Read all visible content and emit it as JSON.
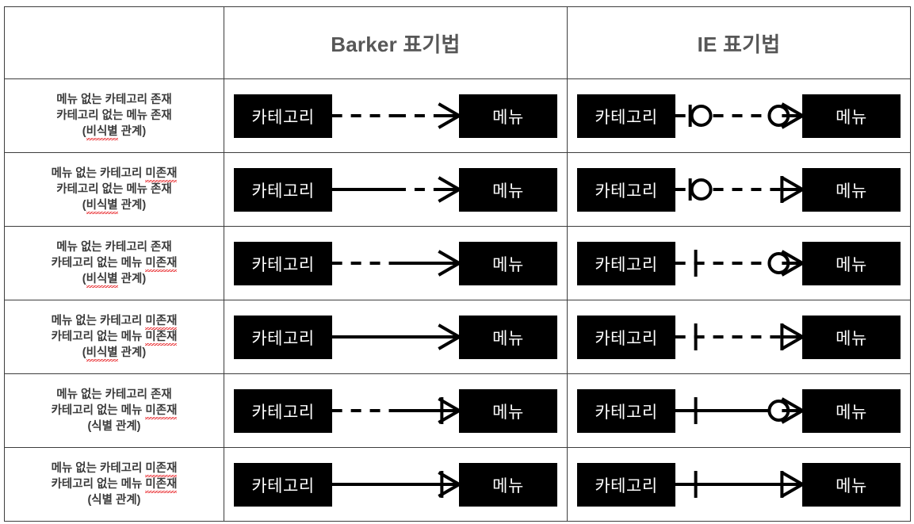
{
  "page": {
    "background": "#ffffff",
    "border_color": "#3d3d3d",
    "header_text_color": "#575757",
    "label_text_color": "#3b3b3b",
    "entity_fill": "#000000",
    "entity_text_color": "#ffffff",
    "spellcheck_underline_color": "#e8262a"
  },
  "header": {
    "blank": "",
    "barker_label": "Barker 표기법",
    "ie_label": "IE 표기법"
  },
  "entities": {
    "left_name": "카테고리",
    "right_name": "메뉴"
  },
  "rows": [
    {
      "id": "row-1",
      "label_lines": [
        {
          "text": "메뉴 없는 카테고리 존재",
          "misspelled": false
        },
        {
          "text": "카테고리 없는 메뉴 존재",
          "misspelled": false
        },
        {
          "text": "(비식별 관계)",
          "misspelled": true
        }
      ],
      "barker": {
        "left_half": "dashed",
        "right_half": "dashed",
        "right_end": "crowsfoot",
        "left_end": "plain"
      },
      "ie": {
        "line": "dashed",
        "left_symbol": "zero-or-one",
        "right_symbol": "zero-or-many"
      }
    },
    {
      "id": "row-2",
      "label_lines": [
        {
          "text": "메뉴 없는 카테고리 미존재",
          "misspelled": true
        },
        {
          "text": "카테고리 없는 메뉴 존재",
          "misspelled": false
        },
        {
          "text": "(비식별 관계)",
          "misspelled": true
        }
      ],
      "barker": {
        "left_half": "solid",
        "right_half": "dashed",
        "right_end": "crowsfoot",
        "left_end": "plain"
      },
      "ie": {
        "line": "dashed",
        "left_symbol": "zero-or-one",
        "right_symbol": "one-or-many"
      }
    },
    {
      "id": "row-3",
      "label_lines": [
        {
          "text": "메뉴 없는 카테고리 존재",
          "misspelled": false
        },
        {
          "text": "카테고리 없는 메뉴 미존재",
          "misspelled": true
        },
        {
          "text": "(비식별 관계)",
          "misspelled": true
        }
      ],
      "barker": {
        "left_half": "dashed",
        "right_half": "solid",
        "right_end": "crowsfoot",
        "left_end": "plain"
      },
      "ie": {
        "line": "dashed",
        "left_symbol": "one-and-only-one",
        "right_symbol": "zero-or-many"
      }
    },
    {
      "id": "row-4",
      "label_lines": [
        {
          "text": "메뉴 없는 카테고리 미존재",
          "misspelled": true
        },
        {
          "text": "카테고리 없는 메뉴 미존재",
          "misspelled": true
        },
        {
          "text": "(비식별 관계)",
          "misspelled": true
        }
      ],
      "barker": {
        "left_half": "solid",
        "right_half": "solid",
        "right_end": "crowsfoot",
        "left_end": "plain"
      },
      "ie": {
        "line": "dashed",
        "left_symbol": "one-and-only-one",
        "right_symbol": "one-or-many"
      }
    },
    {
      "id": "row-5",
      "label_lines": [
        {
          "text": "메뉴 없는 카테고리 존재",
          "misspelled": false
        },
        {
          "text": "카테고리 없는 메뉴 미존재",
          "misspelled": true
        },
        {
          "text": "(식별 관계)",
          "misspelled": false
        }
      ],
      "barker": {
        "left_half": "dashed",
        "right_half": "solid",
        "right_end": "crowsfoot-bar",
        "left_end": "plain"
      },
      "ie": {
        "line": "solid",
        "left_symbol": "one-and-only-one",
        "right_symbol": "zero-or-many"
      }
    },
    {
      "id": "row-6",
      "label_lines": [
        {
          "text": "메뉴 없는 카테고리 미존재",
          "misspelled": true
        },
        {
          "text": "카테고리 없는 메뉴 미존재",
          "misspelled": true
        },
        {
          "text": "(식별 관계)",
          "misspelled": false
        }
      ],
      "barker": {
        "left_half": "solid",
        "right_half": "solid",
        "right_end": "crowsfoot-bar",
        "left_end": "plain"
      },
      "ie": {
        "line": "solid",
        "left_symbol": "one-and-only-one",
        "right_symbol": "one-or-many"
      }
    }
  ]
}
